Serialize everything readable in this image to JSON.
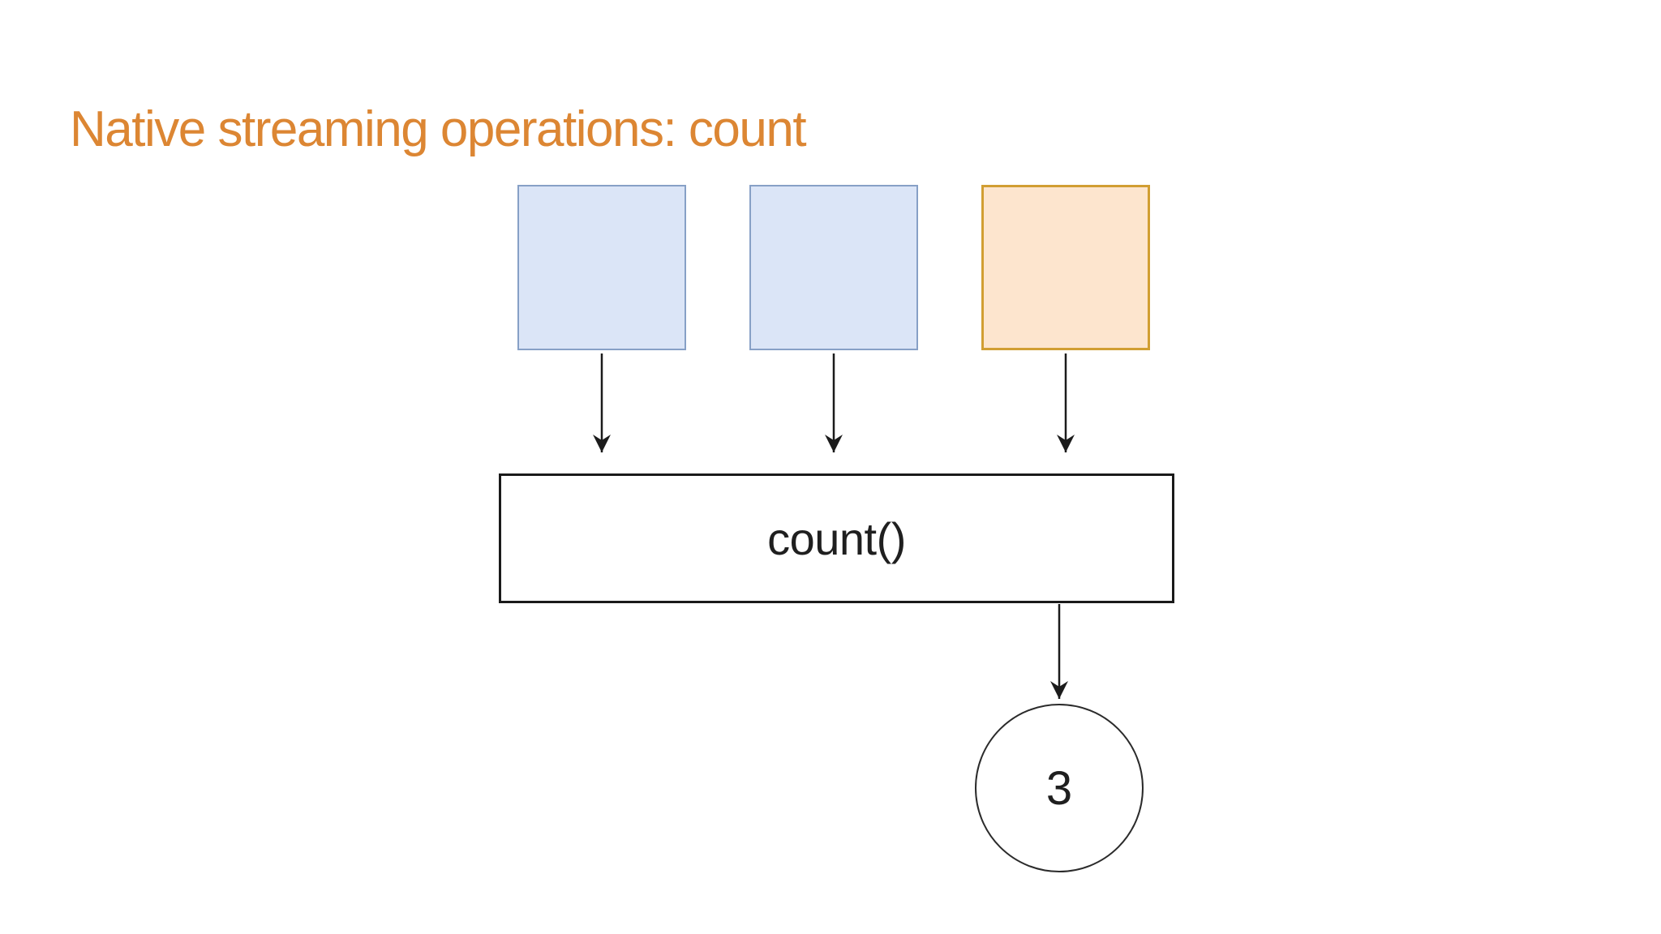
{
  "slide": {
    "title": "Native streaming operations: count",
    "operator_label": "count()",
    "result_value": "3"
  },
  "diagram": {
    "input_squares": [
      {
        "id": "stream-item-1",
        "color": "blue"
      },
      {
        "id": "stream-item-2",
        "color": "blue"
      },
      {
        "id": "stream-item-3",
        "color": "orange"
      }
    ]
  },
  "theme": {
    "background": "#ffffff",
    "title_color": "#dc8633",
    "input_fill_blue": "#dbe5f7",
    "input_border_blue": "#87a0c6",
    "input_fill_orange": "#fde5ce",
    "input_border_orange": "#d19e33",
    "line_color": "#1b1b1b",
    "operator_fill": "#ffffff",
    "operator_border": "#1a1a1a",
    "result_fill": "#ffffff",
    "result_border": "#2b2b2b",
    "text_color": "#1f1f1f"
  }
}
